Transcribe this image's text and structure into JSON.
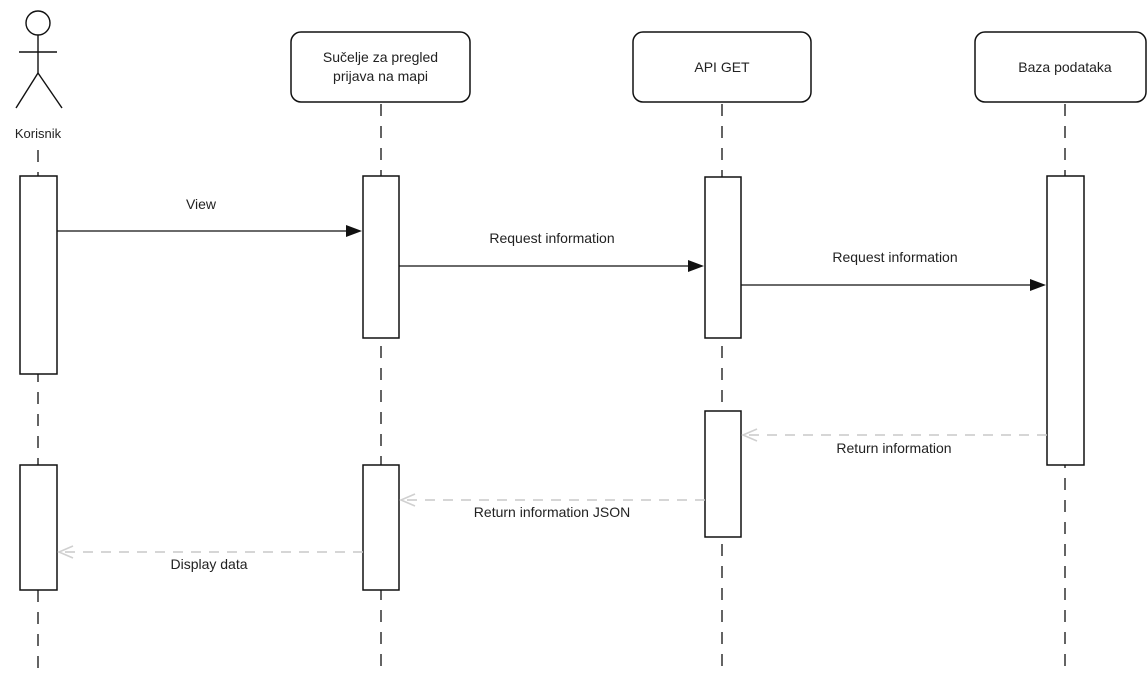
{
  "participants": {
    "actor": {
      "label": "Korisnik"
    },
    "ui": {
      "line1": "Sučelje za pregled",
      "line2": "prijava na mapi"
    },
    "api": {
      "label": "API GET"
    },
    "db": {
      "label": "Baza podataka"
    }
  },
  "messages": {
    "view": "View",
    "request_ui_api": "Request information",
    "request_api_db": "Request information",
    "return_db_api": "Return information",
    "return_api_ui": "Return information JSON",
    "display": "Display data"
  },
  "colors": {
    "line": "#111111",
    "return_line": "#c8c8c8",
    "return_arrowhead": "#d0d0d0",
    "text": "#222222"
  },
  "icons": {
    "actor": "stick-figure-icon",
    "sync_arrowhead": "filled-arrowhead-icon",
    "return_arrowhead": "open-arrowhead-icon"
  }
}
